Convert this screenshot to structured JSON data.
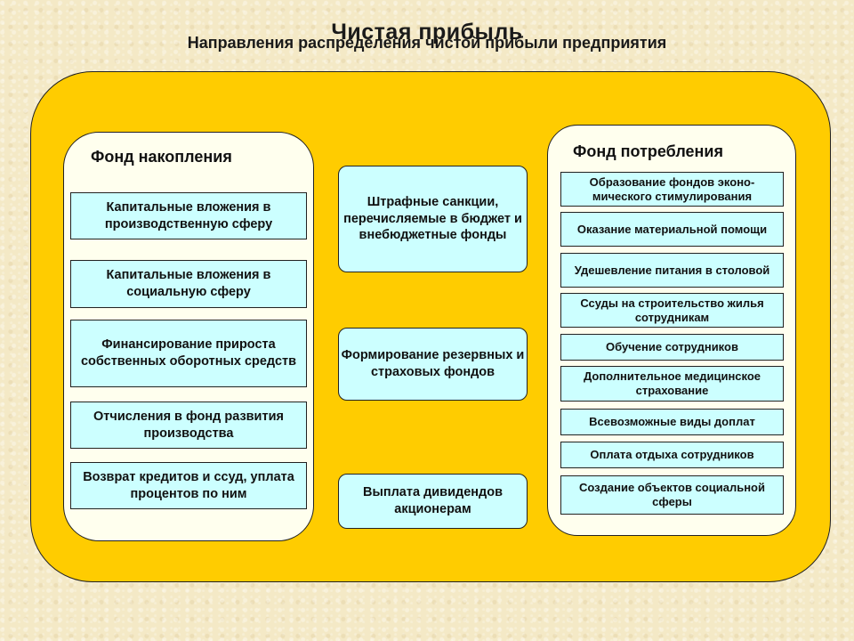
{
  "title_main": "Чистая прибыль",
  "title_sub": "Направления распределения чистой прибыли предприятия",
  "accumulation": {
    "title": "Фонд накопления",
    "items": [
      "Капитальные вложения в производственную сферу",
      "Капитальные вложения в социальную сферу",
      "Финансирование прироста собственных оборотных средств",
      "Отчисления в фонд развития производства",
      "Возврат кредитов и ссуд, уплата процентов по ним"
    ]
  },
  "middle": {
    "items": [
      "Штрафные санкции, перечисляемые в бюджет и внебюджетные фонды",
      "Формирование резервных и страховых фондов",
      "Выплата дивидендов акционерам"
    ]
  },
  "consumption": {
    "title": "Фонд потребления",
    "items": [
      "Образование фондов эконо-мического стимулирования",
      "Оказание материальной помощи",
      "Удешевление питания в столовой",
      "Ссуды на строительство жилья сотрудникам",
      "Обучение сотрудников",
      "Дополнительное медицинское страхование",
      "Всевозможные виды доплат",
      "Оплата отдыха сотрудников",
      "Создание объектов социальной сферы"
    ]
  }
}
